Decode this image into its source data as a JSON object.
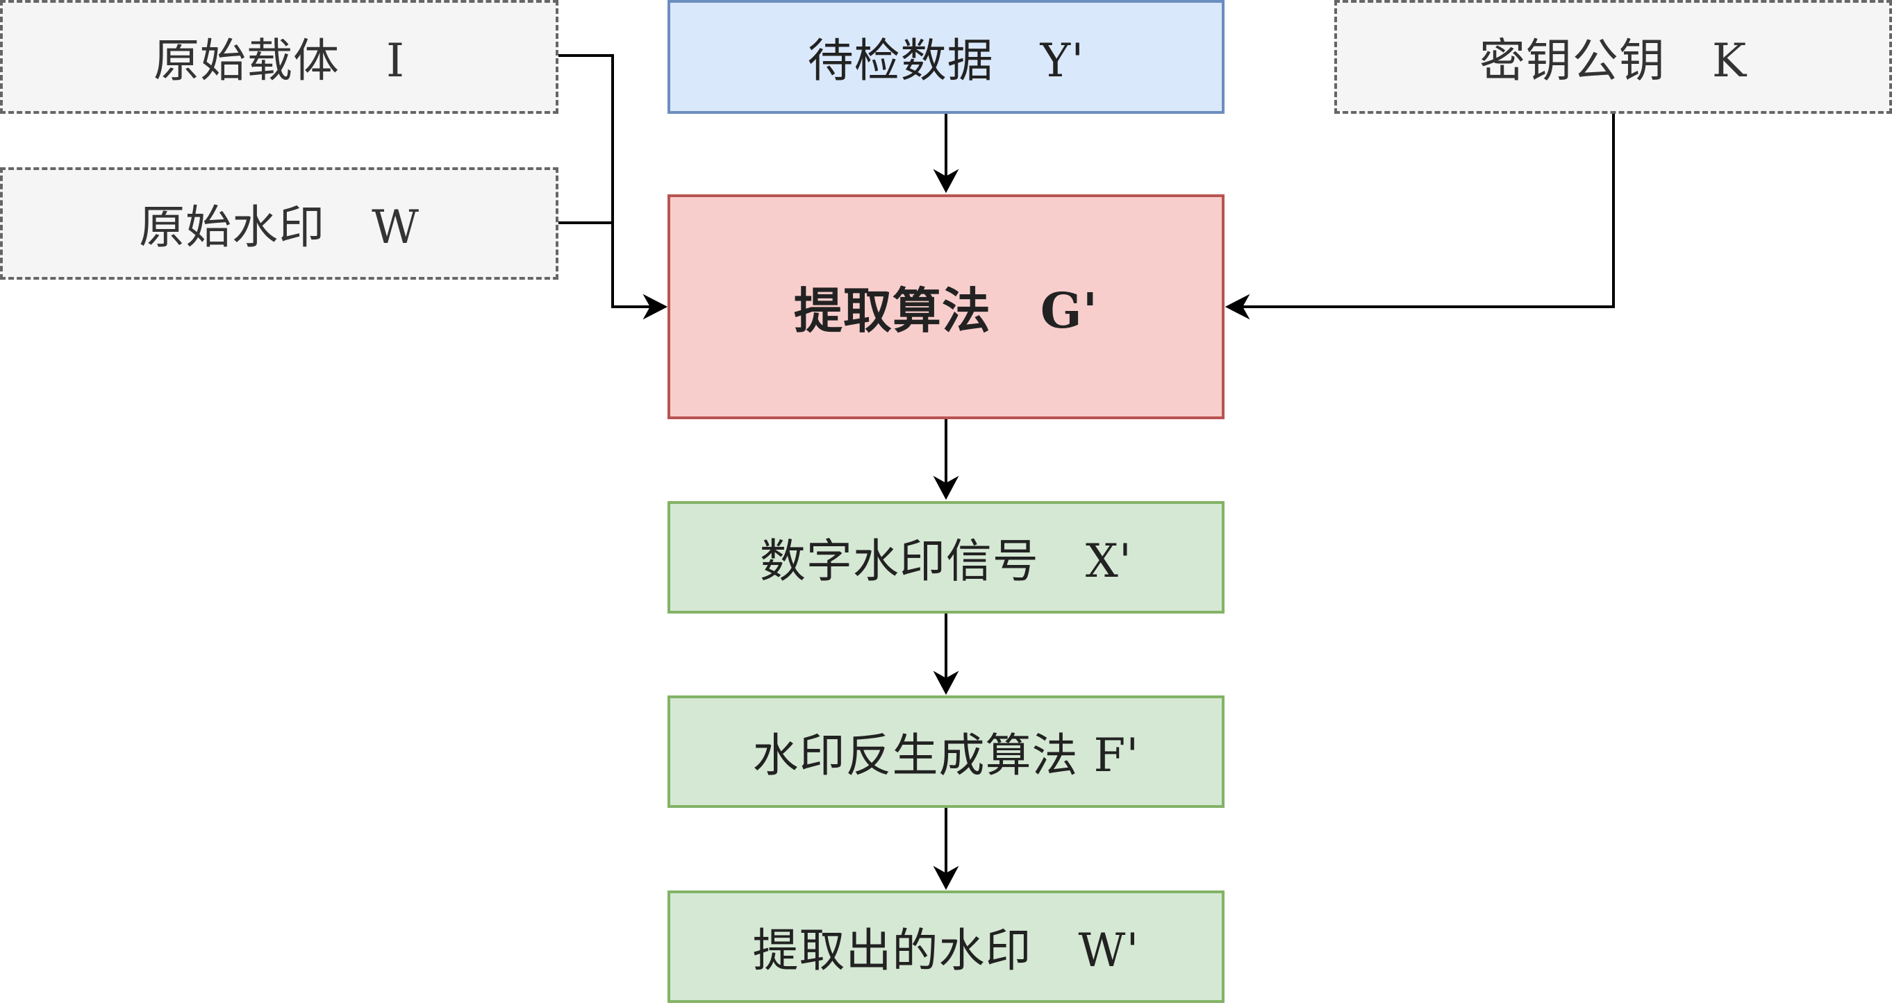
{
  "nodes": {
    "original_carrier": "原始载体　I",
    "original_watermark": "原始水印　W",
    "data_to_check": "待检数据　Y'",
    "secret_key": "密钥公钥　K",
    "extraction_algorithm": "提取算法　G'",
    "digital_watermark_signal": "数字水印信号　X'",
    "watermark_inverse_generation": "水印反生成算法 F'",
    "extracted_watermark": "提取出的水印　W'"
  },
  "colors": {
    "dashed_fill": "#f5f5f5",
    "dashed_stroke": "#666666",
    "blue_fill": "#dae8fc",
    "blue_stroke": "#6c8ebf",
    "red_fill": "#f8cecc",
    "red_stroke": "#b85450",
    "green_fill": "#d5e8d4",
    "green_stroke": "#82b366",
    "arrow": "#000000"
  }
}
